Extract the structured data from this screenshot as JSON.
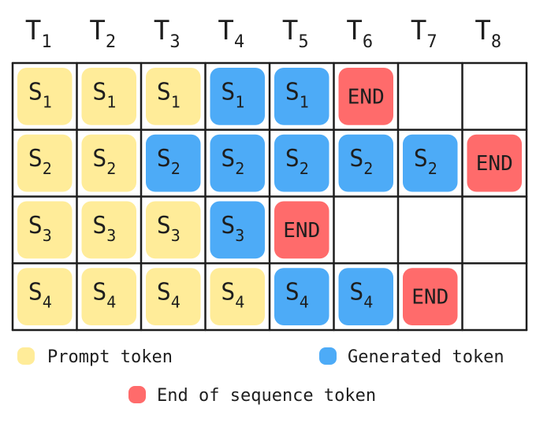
{
  "columns": [
    {
      "base": "T",
      "sub": "1"
    },
    {
      "base": "T",
      "sub": "2"
    },
    {
      "base": "T",
      "sub": "3"
    },
    {
      "base": "T",
      "sub": "4"
    },
    {
      "base": "T",
      "sub": "5"
    },
    {
      "base": "T",
      "sub": "6"
    },
    {
      "base": "T",
      "sub": "7"
    },
    {
      "base": "T",
      "sub": "8"
    }
  ],
  "rows": [
    {
      "base": "S",
      "sub": "1",
      "cells": [
        "prompt",
        "prompt",
        "prompt",
        "generated",
        "generated",
        "end",
        "empty",
        "empty"
      ]
    },
    {
      "base": "S",
      "sub": "2",
      "cells": [
        "prompt",
        "prompt",
        "generated",
        "generated",
        "generated",
        "generated",
        "generated",
        "end"
      ]
    },
    {
      "base": "S",
      "sub": "3",
      "cells": [
        "prompt",
        "prompt",
        "prompt",
        "generated",
        "end",
        "empty",
        "empty",
        "empty"
      ]
    },
    {
      "base": "S",
      "sub": "4",
      "cells": [
        "prompt",
        "prompt",
        "prompt",
        "prompt",
        "generated",
        "generated",
        "end",
        "empty"
      ]
    }
  ],
  "end_label": "END",
  "legend": {
    "prompt": "Prompt token",
    "generated": "Generated token",
    "end": "End of sequence token"
  },
  "colors": {
    "prompt": "#ffec99",
    "generated": "#4dabf7",
    "end": "#ff6b6b",
    "grid": "#1e1e1e"
  }
}
